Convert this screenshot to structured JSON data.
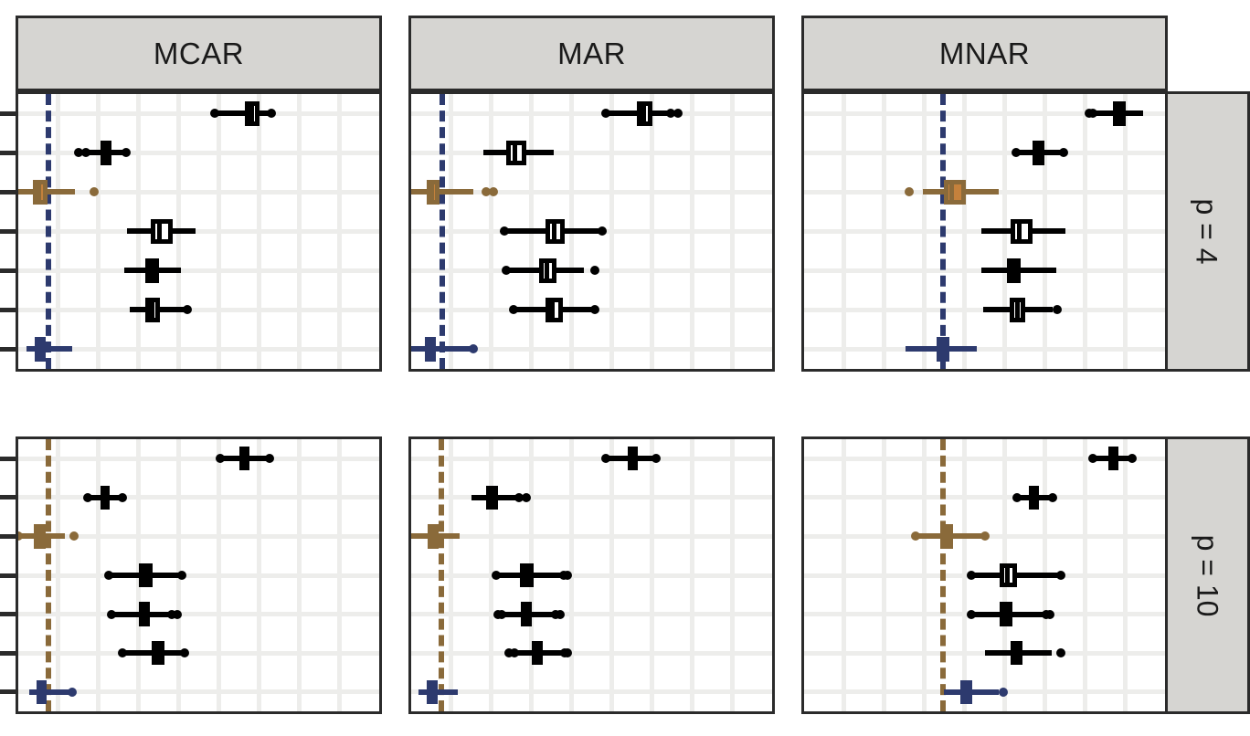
{
  "figure": {
    "column_strips": [
      "MCAR",
      "MAR",
      "MNAR"
    ],
    "row_strips": [
      "p = 4",
      "p = 10"
    ],
    "colors": {
      "strip_bg": "#d6d5d2",
      "panel_border": "#2b2b2b",
      "panel_bg": "#ffffff",
      "grid": "#ededeb",
      "black": "#000000",
      "brown": "#8a6a3a",
      "brown_fill": "#c4813c",
      "blue": "#2d3a6e",
      "blue_fill": "#4f639c"
    }
  },
  "chart_data": {
    "type": "boxplot",
    "title": "",
    "xlabel": "",
    "ylabel": "",
    "orientation": "horizontal",
    "grid": true,
    "legend": "none",
    "facet_cols": [
      "MCAR",
      "MAR",
      "MNAR"
    ],
    "facet_rows": [
      "p = 4",
      "p = 10"
    ],
    "xlim": [
      0,
      1
    ],
    "n_ticks_y": 7,
    "y_tick_labels": [
      "",
      "",
      "",
      "",
      "",
      "",
      ""
    ],
    "n_vgrid": 8,
    "panels": [
      {
        "col": "MCAR",
        "row": "p = 4",
        "refline": {
          "x": 0.075,
          "color": "#2d3a6e",
          "style": "dashed"
        },
        "boxes": [
          {
            "group": "black",
            "row": 0,
            "lower_whisker": 0.545,
            "q1": 0.628,
            "median": 0.647,
            "q3": 0.668,
            "upper_whisker": 0.7,
            "outliers": [
              0.545,
              0.7
            ]
          },
          {
            "group": "black",
            "row": 1,
            "lower_whisker": 0.188,
            "q1": 0.228,
            "median": 0.24,
            "q3": 0.259,
            "upper_whisker": 0.298,
            "outliers": [
              0.168,
              0.188,
              0.298
            ]
          },
          {
            "group": "brown",
            "row": 2,
            "lower_whisker": 0.0,
            "q1": 0.04,
            "median": 0.058,
            "q3": 0.082,
            "upper_whisker": 0.158,
            "outliers": [
              0.21
            ]
          },
          {
            "group": "black",
            "row": 3,
            "lower_whisker": 0.3,
            "q1": 0.367,
            "median": 0.392,
            "q3": 0.427,
            "upper_whisker": 0.49,
            "outliers": []
          },
          {
            "group": "black",
            "row": 4,
            "lower_whisker": 0.293,
            "q1": 0.353,
            "median": 0.37,
            "q3": 0.39,
            "upper_whisker": 0.45,
            "outliers": []
          },
          {
            "group": "black",
            "row": 5,
            "lower_whisker": 0.308,
            "q1": 0.353,
            "median": 0.372,
            "q3": 0.393,
            "upper_whisker": 0.462,
            "outliers": [
              0.468
            ]
          },
          {
            "group": "blue",
            "row": 6,
            "lower_whisker": 0.023,
            "q1": 0.046,
            "median": 0.061,
            "q3": 0.075,
            "upper_whisker": 0.15,
            "outliers": []
          }
        ]
      },
      {
        "col": "MAR",
        "row": "p = 4",
        "refline": {
          "x": 0.078,
          "color": "#2d3a6e",
          "style": "dashed"
        },
        "boxes": [
          {
            "group": "black",
            "row": 0,
            "lower_whisker": 0.54,
            "q1": 0.625,
            "median": 0.645,
            "q3": 0.668,
            "upper_whisker": 0.72,
            "outliers": [
              0.54,
              0.72,
              0.738
            ]
          },
          {
            "group": "black",
            "row": 1,
            "lower_whisker": 0.2,
            "q1": 0.263,
            "median": 0.288,
            "q3": 0.318,
            "upper_whisker": 0.395,
            "outliers": []
          },
          {
            "group": "brown",
            "row": 2,
            "lower_whisker": 0.0,
            "q1": 0.043,
            "median": 0.058,
            "q3": 0.078,
            "upper_whisker": 0.173,
            "outliers": [
              0.208,
              0.228
            ]
          },
          {
            "group": "black",
            "row": 3,
            "lower_whisker": 0.268,
            "q1": 0.373,
            "median": 0.395,
            "q3": 0.425,
            "upper_whisker": 0.528,
            "outliers": [
              0.258,
              0.528
            ]
          },
          {
            "group": "black",
            "row": 4,
            "lower_whisker": 0.263,
            "q1": 0.355,
            "median": 0.377,
            "q3": 0.402,
            "upper_whisker": 0.478,
            "outliers": [
              0.263,
              0.51
            ]
          },
          {
            "group": "black",
            "row": 5,
            "lower_whisker": 0.283,
            "q1": 0.373,
            "median": 0.392,
            "q3": 0.42,
            "upper_whisker": 0.51,
            "outliers": [
              0.283,
              0.51
            ]
          },
          {
            "group": "blue",
            "row": 6,
            "lower_whisker": 0.0,
            "q1": 0.038,
            "median": 0.055,
            "q3": 0.068,
            "upper_whisker": 0.172,
            "outliers": [
              0.172
            ]
          }
        ]
      },
      {
        "col": "MNAR",
        "row": "p = 4",
        "refline": {
          "x": 0.378,
          "color": "#2d3a6e",
          "style": "dashed"
        },
        "boxes": [
          {
            "group": "black",
            "row": 0,
            "lower_whisker": 0.79,
            "q1": 0.855,
            "median": 0.872,
            "q3": 0.89,
            "upper_whisker": 0.94,
            "outliers": [
              0.79,
              0.8
            ]
          },
          {
            "group": "black",
            "row": 1,
            "lower_whisker": 0.588,
            "q1": 0.632,
            "median": 0.648,
            "q3": 0.667,
            "upper_whisker": 0.718,
            "outliers": [
              0.588,
              0.718
            ]
          },
          {
            "group": "brown",
            "row": 2,
            "lower_whisker": 0.33,
            "q1": 0.388,
            "median": 0.41,
            "q3": 0.448,
            "upper_whisker": 0.54,
            "outliers": [
              0.29
            ]
          },
          {
            "group": "black",
            "row": 3,
            "lower_whisker": 0.49,
            "q1": 0.573,
            "median": 0.597,
            "q3": 0.633,
            "upper_whisker": 0.723,
            "outliers": []
          },
          {
            "group": "black",
            "row": 4,
            "lower_whisker": 0.492,
            "q1": 0.563,
            "median": 0.58,
            "q3": 0.6,
            "upper_whisker": 0.7,
            "outliers": []
          },
          {
            "group": "black",
            "row": 5,
            "lower_whisker": 0.497,
            "q1": 0.57,
            "median": 0.59,
            "q3": 0.613,
            "upper_whisker": 0.688,
            "outliers": [
              0.7
            ]
          },
          {
            "group": "blue",
            "row": 6,
            "lower_whisker": 0.28,
            "q1": 0.368,
            "median": 0.385,
            "q3": 0.402,
            "upper_whisker": 0.478,
            "outliers": []
          }
        ]
      },
      {
        "col": "MCAR",
        "row": "p = 10",
        "refline": {
          "x": 0.075,
          "color": "#8a6a3a",
          "style": "dashed"
        },
        "boxes": [
          {
            "group": "black",
            "row": 0,
            "lower_whisker": 0.56,
            "q1": 0.612,
            "median": 0.625,
            "q3": 0.64,
            "upper_whisker": 0.695,
            "outliers": [
              0.56,
              0.695
            ]
          },
          {
            "group": "black",
            "row": 1,
            "lower_whisker": 0.193,
            "q1": 0.228,
            "median": 0.24,
            "q3": 0.253,
            "upper_whisker": 0.288,
            "outliers": [
              0.193,
              0.288
            ]
          },
          {
            "group": "brown",
            "row": 2,
            "lower_whisker": 0.0,
            "q1": 0.042,
            "median": 0.057,
            "q3": 0.076,
            "upper_whisker": 0.128,
            "outliers": [
              0.0,
              0.155
            ]
          },
          {
            "group": "black",
            "row": 3,
            "lower_whisker": 0.25,
            "q1": 0.333,
            "median": 0.352,
            "q3": 0.372,
            "upper_whisker": 0.452,
            "outliers": [
              0.25,
              0.452
            ]
          },
          {
            "group": "black",
            "row": 4,
            "lower_whisker": 0.258,
            "q1": 0.333,
            "median": 0.35,
            "q3": 0.365,
            "upper_whisker": 0.425,
            "outliers": [
              0.258,
              0.425,
              0.44
            ]
          },
          {
            "group": "black",
            "row": 5,
            "lower_whisker": 0.288,
            "q1": 0.37,
            "median": 0.387,
            "q3": 0.405,
            "upper_whisker": 0.462,
            "outliers": [
              0.288,
              0.462
            ]
          },
          {
            "group": "blue",
            "row": 6,
            "lower_whisker": 0.03,
            "q1": 0.05,
            "median": 0.063,
            "q3": 0.078,
            "upper_whisker": 0.15,
            "outliers": [
              0.15
            ]
          }
        ]
      },
      {
        "col": "MAR",
        "row": "p = 10",
        "refline": {
          "x": 0.075,
          "color": "#8a6a3a",
          "style": "dashed"
        },
        "boxes": [
          {
            "group": "black",
            "row": 0,
            "lower_whisker": 0.54,
            "q1": 0.6,
            "median": 0.615,
            "q3": 0.628,
            "upper_whisker": 0.678,
            "outliers": [
              0.54,
              0.678
            ]
          },
          {
            "group": "black",
            "row": 1,
            "lower_whisker": 0.168,
            "q1": 0.208,
            "median": 0.223,
            "q3": 0.24,
            "upper_whisker": 0.298,
            "outliers": [
              0.298,
              0.32
            ]
          },
          {
            "group": "brown",
            "row": 2,
            "lower_whisker": 0.0,
            "q1": 0.045,
            "median": 0.06,
            "q3": 0.075,
            "upper_whisker": 0.135,
            "outliers": []
          },
          {
            "group": "black",
            "row": 3,
            "lower_whisker": 0.235,
            "q1": 0.3,
            "median": 0.32,
            "q3": 0.34,
            "upper_whisker": 0.422,
            "outliers": [
              0.235,
              0.422,
              0.432
            ]
          },
          {
            "group": "black",
            "row": 4,
            "lower_whisker": 0.24,
            "q1": 0.303,
            "median": 0.318,
            "q3": 0.333,
            "upper_whisker": 0.412,
            "outliers": [
              0.24,
              0.25,
              0.4,
              0.412
            ]
          },
          {
            "group": "black",
            "row": 5,
            "lower_whisker": 0.27,
            "q1": 0.333,
            "median": 0.35,
            "q3": 0.365,
            "upper_whisker": 0.432,
            "outliers": [
              0.27,
              0.285,
              0.425,
              0.432
            ]
          },
          {
            "group": "blue",
            "row": 6,
            "lower_whisker": 0.02,
            "q1": 0.043,
            "median": 0.057,
            "q3": 0.073,
            "upper_whisker": 0.13,
            "outliers": []
          }
        ]
      },
      {
        "col": "MNAR",
        "row": "p = 10",
        "refline": {
          "x": 0.378,
          "color": "#8a6a3a",
          "style": "dashed"
        },
        "boxes": [
          {
            "group": "black",
            "row": 0,
            "lower_whisker": 0.8,
            "q1": 0.843,
            "median": 0.858,
            "q3": 0.872,
            "upper_whisker": 0.91,
            "outliers": [
              0.8,
              0.91
            ]
          },
          {
            "group": "black",
            "row": 1,
            "lower_whisker": 0.59,
            "q1": 0.623,
            "median": 0.637,
            "q3": 0.65,
            "upper_whisker": 0.688,
            "outliers": [
              0.59,
              0.688
            ]
          },
          {
            "group": "brown",
            "row": 2,
            "lower_whisker": 0.31,
            "q1": 0.378,
            "median": 0.395,
            "q3": 0.413,
            "upper_whisker": 0.49,
            "outliers": [
              0.31,
              0.5
            ]
          },
          {
            "group": "black",
            "row": 3,
            "lower_whisker": 0.463,
            "q1": 0.543,
            "median": 0.563,
            "q3": 0.59,
            "upper_whisker": 0.712,
            "outliers": [
              0.463,
              0.712
            ]
          },
          {
            "group": "black",
            "row": 4,
            "lower_whisker": 0.47,
            "q1": 0.543,
            "median": 0.56,
            "q3": 0.578,
            "upper_whisker": 0.67,
            "outliers": [
              0.463,
              0.67,
              0.682
            ]
          },
          {
            "group": "black",
            "row": 5,
            "lower_whisker": 0.5,
            "q1": 0.572,
            "median": 0.59,
            "q3": 0.605,
            "upper_whisker": 0.687,
            "outliers": [
              0.712
            ]
          },
          {
            "group": "blue",
            "row": 6,
            "lower_whisker": 0.388,
            "q1": 0.432,
            "median": 0.448,
            "q3": 0.465,
            "upper_whisker": 0.54,
            "outliers": [
              0.552
            ]
          }
        ]
      }
    ]
  }
}
